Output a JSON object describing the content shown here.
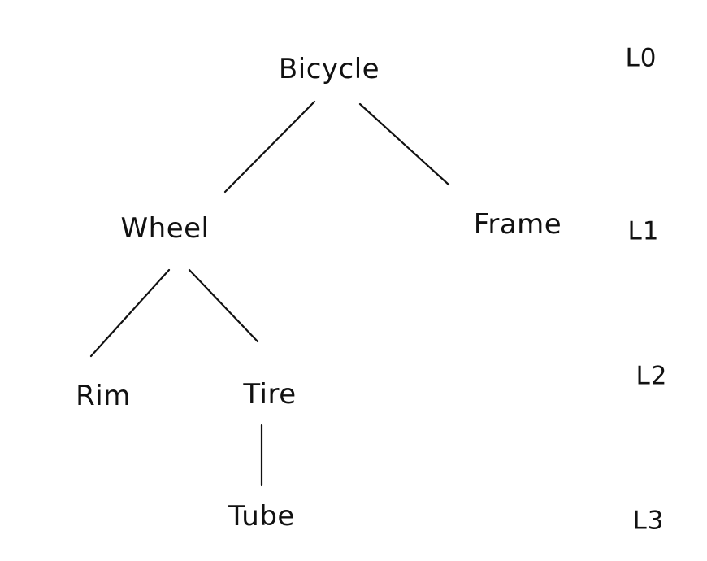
{
  "diagram": {
    "type": "tree",
    "ink_color": "#111111",
    "background_color": "#ffffff",
    "nodes": [
      {
        "id": "bicycle",
        "label": "Bicycle",
        "level": 0,
        "parent": null
      },
      {
        "id": "wheel",
        "label": "Wheel",
        "level": 1,
        "parent": "bicycle"
      },
      {
        "id": "frame",
        "label": "Frame",
        "level": 1,
        "parent": "bicycle"
      },
      {
        "id": "rim",
        "label": "Rim",
        "level": 2,
        "parent": "wheel"
      },
      {
        "id": "tire",
        "label": "Tire",
        "level": 2,
        "parent": "wheel"
      },
      {
        "id": "tube",
        "label": "Tube",
        "level": 3,
        "parent": "tire"
      }
    ],
    "edges": [
      {
        "from": "bicycle",
        "to": "wheel"
      },
      {
        "from": "bicycle",
        "to": "frame"
      },
      {
        "from": "wheel",
        "to": "rim"
      },
      {
        "from": "wheel",
        "to": "tire"
      },
      {
        "from": "tire",
        "to": "tube"
      }
    ],
    "level_labels": [
      {
        "id": "l0",
        "label": "L0",
        "level": 0
      },
      {
        "id": "l1",
        "label": "L1",
        "level": 1
      },
      {
        "id": "l2",
        "label": "L2",
        "level": 2
      },
      {
        "id": "l3",
        "label": "L3",
        "level": 3
      }
    ]
  }
}
